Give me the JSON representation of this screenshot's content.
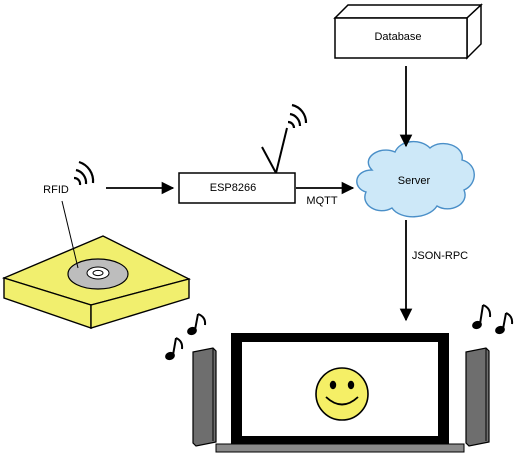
{
  "diagram": {
    "nodes": {
      "rfid": "RFID",
      "esp": "ESP8266",
      "server": "Server",
      "database": "Database"
    },
    "edges": {
      "mqtt": "MQTT",
      "jsonrpc": "JSON-RPC"
    },
    "colors": {
      "reader_yellow": "#f1ef6e",
      "cloud_blue": "#cde8f8",
      "smiley_yellow": "#f5ef66",
      "speaker_gray": "#6e6e6e",
      "disc_gray": "#bdbdbd"
    },
    "icons": [
      "wifi-signal-icon",
      "antenna-icon",
      "music-note-icon",
      "cd-disc-icon",
      "smiley-face-icon"
    ]
  }
}
